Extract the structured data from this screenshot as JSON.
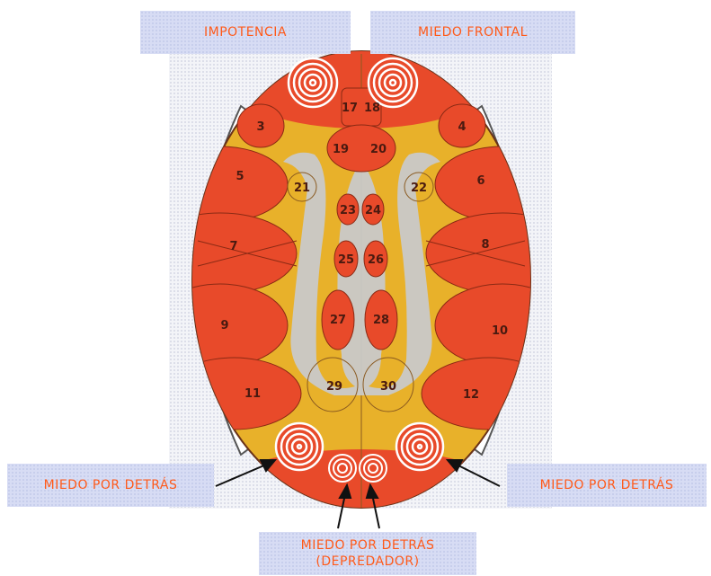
{
  "labels": {
    "impotencia": "IMPOTENCIA",
    "miedo_frontal": "MIEDO FRONTAL",
    "miedo_detras_left": "MIEDO POR DETRÁS",
    "miedo_detras_right": "MIEDO POR DETRÁS",
    "miedo_depredador_line1": "MIEDO POR DETRÁS",
    "miedo_depredador_line2": "(DEPREDADOR)"
  },
  "zones": {
    "z3": "3",
    "z4": "4",
    "z5": "5",
    "z6": "6",
    "z7": "7",
    "z8": "8",
    "z9": "9",
    "z10": "10",
    "z11": "11",
    "z12": "12",
    "z17": "17",
    "z18": "18",
    "z19": "19",
    "z20": "20",
    "z21": "21",
    "z22": "22",
    "z23": "23",
    "z24": "24",
    "z25": "25",
    "z26": "26",
    "z27": "27",
    "z28": "28",
    "z29": "29",
    "z30": "30"
  },
  "colors": {
    "body_fill": "#e8b12a",
    "zone_fill": "#e84a2a",
    "outline": "#6a3218",
    "inner_channel": "#c9c9c9",
    "label_text": "#ff5a1a",
    "label_bg": "#d7dcf4"
  }
}
